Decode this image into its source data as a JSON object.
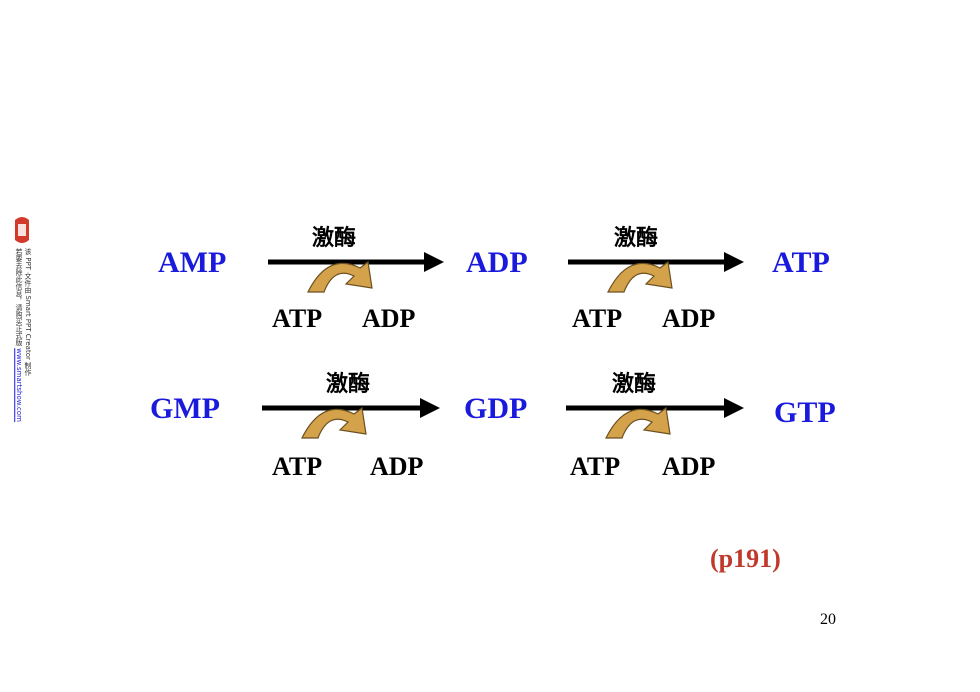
{
  "enzyme_label": "激酶",
  "reactions": [
    {
      "from": "AMP",
      "steps": [
        {
          "enzyme": "激酶",
          "in": "ATP",
          "out": "ADP",
          "product": "ADP"
        },
        {
          "enzyme": "激酶",
          "in": "ATP",
          "out": "ADP",
          "product": "ATP"
        }
      ]
    },
    {
      "from": "GMP",
      "steps": [
        {
          "enzyme": "激酶",
          "in": "ATP",
          "out": "ADP",
          "product": "GDP"
        },
        {
          "enzyme": "激酶",
          "in": "ATP",
          "out": "ADP",
          "product": "GTP"
        }
      ]
    }
  ],
  "reference": "(p191)",
  "page_number": "20",
  "watermark": {
    "line1": "该 PPT 文件由 Smart PPT Creator 制作",
    "line2": "若要去除此信息，请购买正式版",
    "link": "www.smartshow.com"
  },
  "colors": {
    "node": "#1a1adc",
    "reference": "#c0392b",
    "curved_arrow": "#d4a24a"
  }
}
